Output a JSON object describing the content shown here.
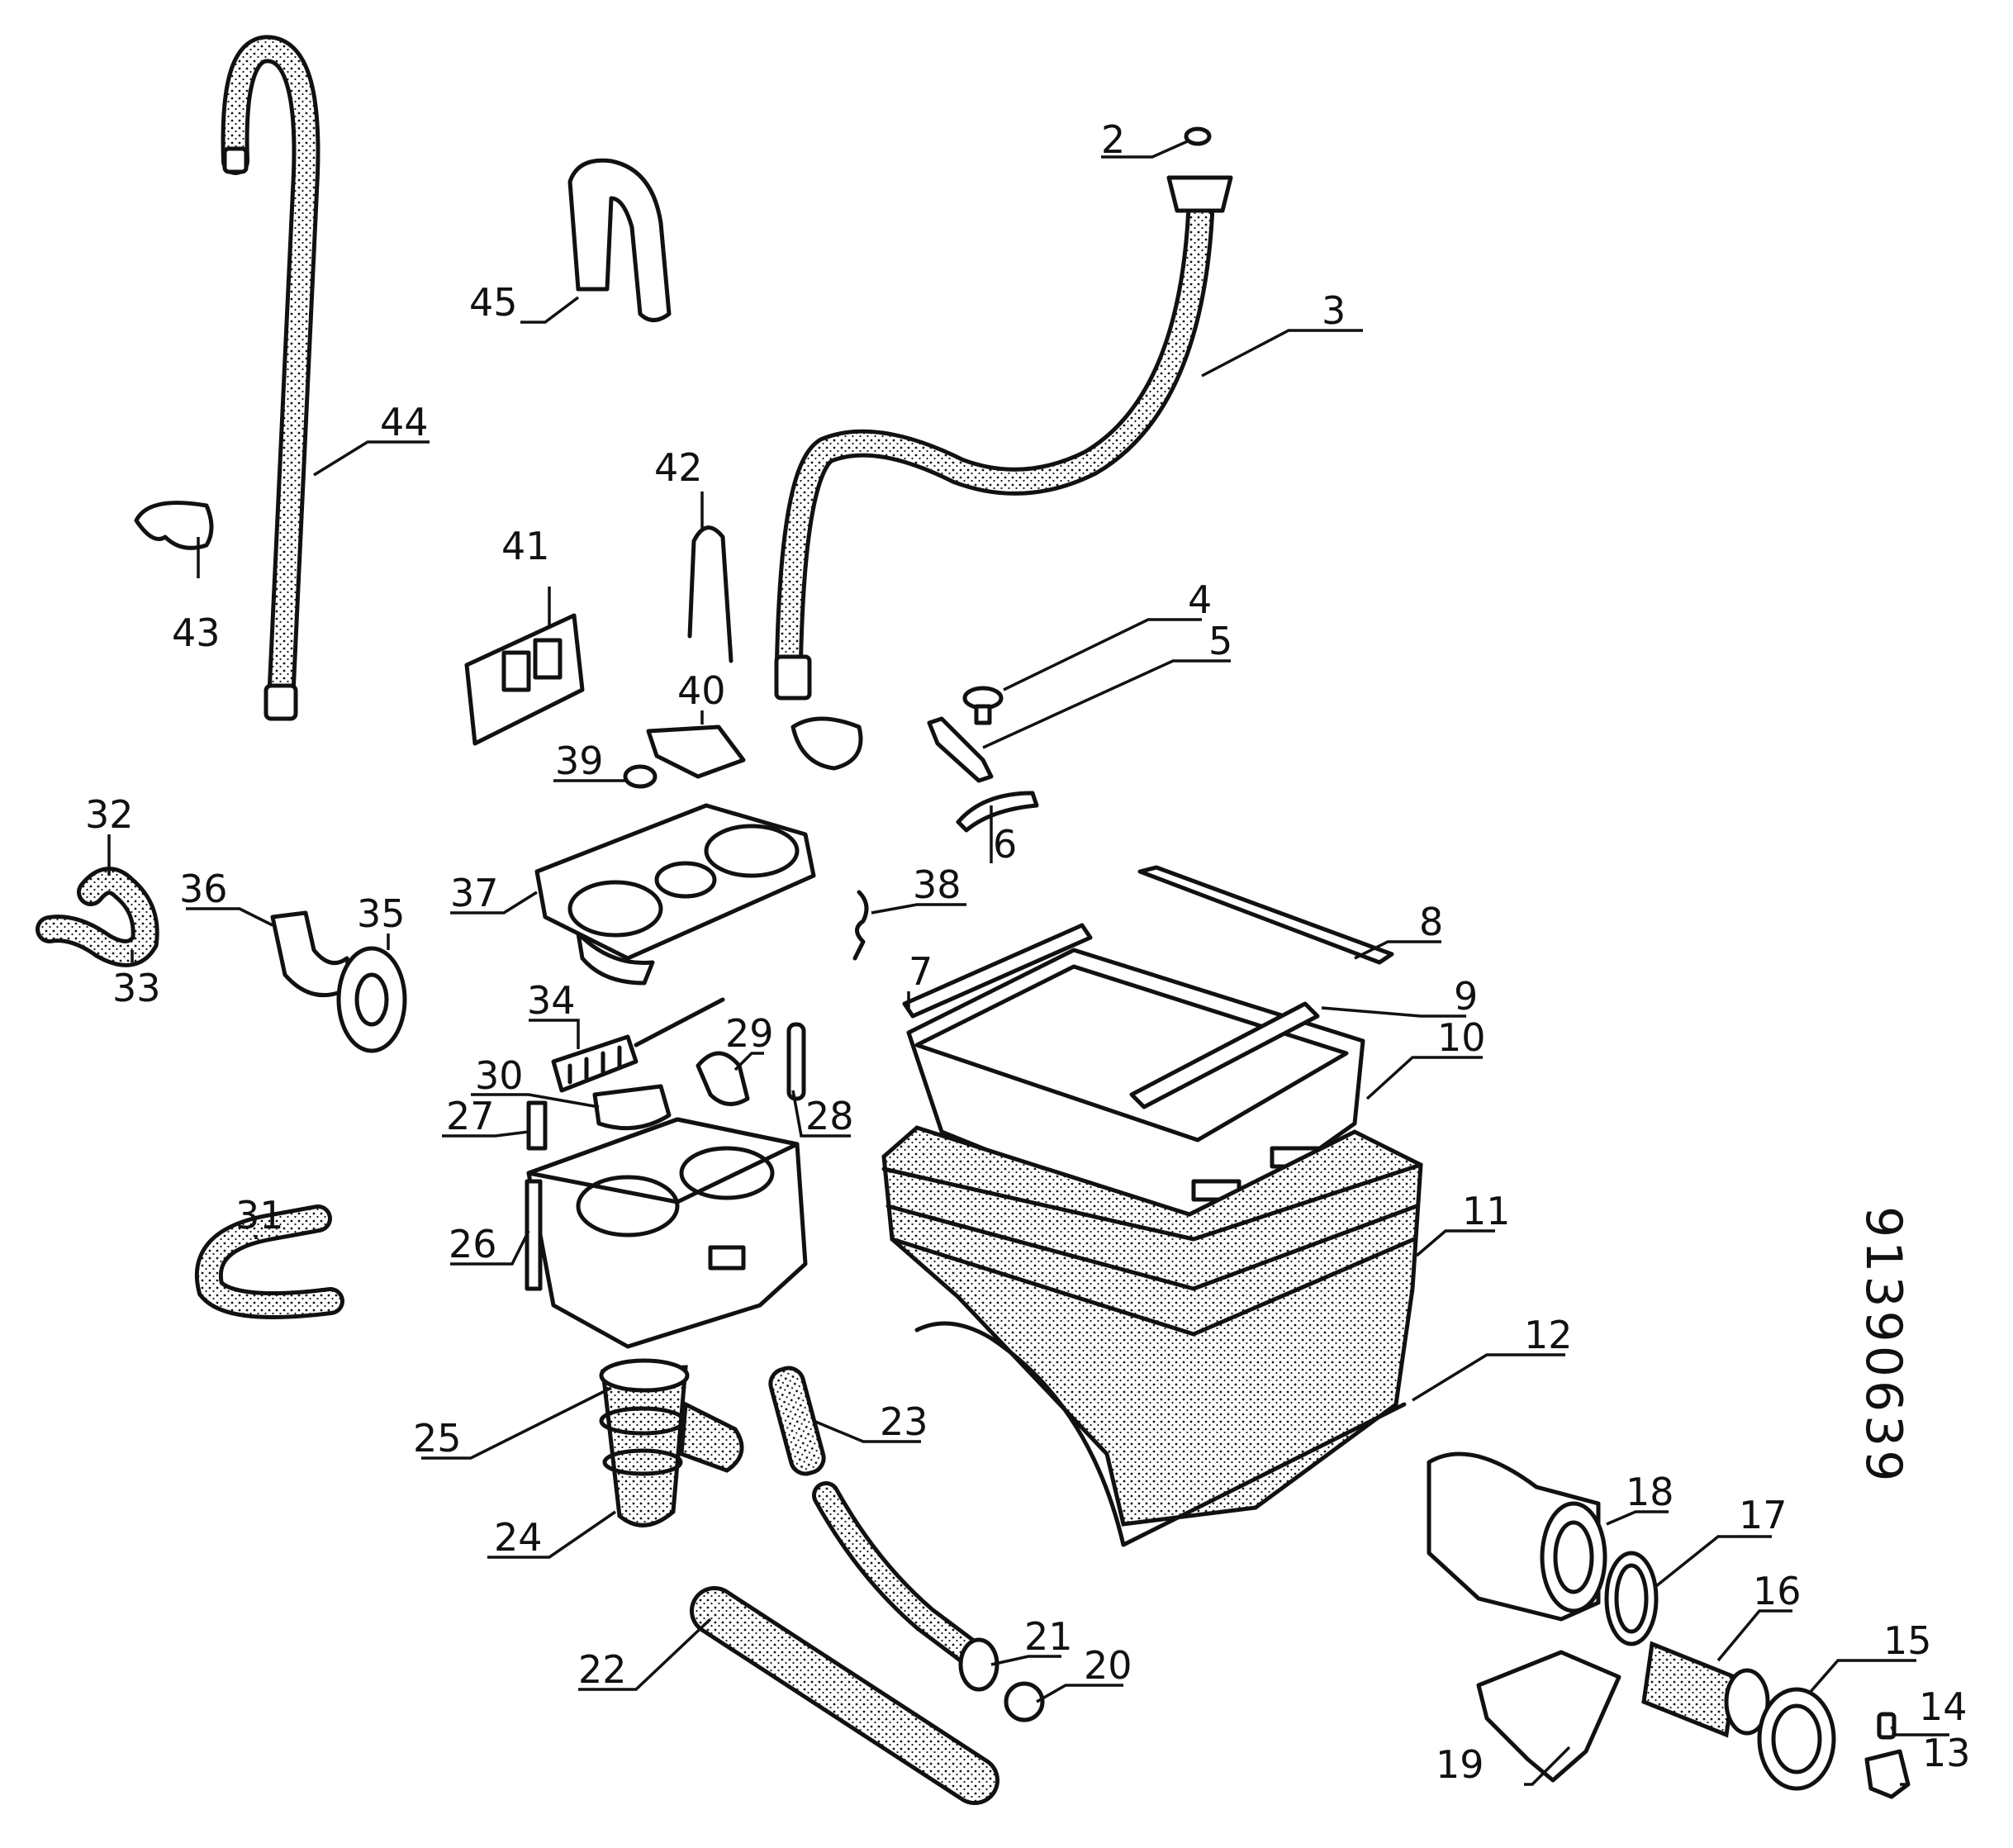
{
  "diagram": {
    "reference_number": "91390639",
    "parts": [
      {
        "id": "2"
      },
      {
        "id": "3"
      },
      {
        "id": "4"
      },
      {
        "id": "5"
      },
      {
        "id": "6"
      },
      {
        "id": "7"
      },
      {
        "id": "8"
      },
      {
        "id": "9"
      },
      {
        "id": "10"
      },
      {
        "id": "11"
      },
      {
        "id": "12"
      },
      {
        "id": "13"
      },
      {
        "id": "14"
      },
      {
        "id": "15"
      },
      {
        "id": "16"
      },
      {
        "id": "17"
      },
      {
        "id": "18"
      },
      {
        "id": "19"
      },
      {
        "id": "20"
      },
      {
        "id": "21"
      },
      {
        "id": "22"
      },
      {
        "id": "23"
      },
      {
        "id": "24"
      },
      {
        "id": "25"
      },
      {
        "id": "26"
      },
      {
        "id": "27"
      },
      {
        "id": "28"
      },
      {
        "id": "29"
      },
      {
        "id": "30"
      },
      {
        "id": "31"
      },
      {
        "id": "32"
      },
      {
        "id": "33"
      },
      {
        "id": "34"
      },
      {
        "id": "35"
      },
      {
        "id": "36"
      },
      {
        "id": "37"
      },
      {
        "id": "38"
      },
      {
        "id": "39"
      },
      {
        "id": "40"
      },
      {
        "id": "41"
      },
      {
        "id": "42"
      },
      {
        "id": "43"
      },
      {
        "id": "44"
      },
      {
        "id": "45"
      }
    ]
  }
}
